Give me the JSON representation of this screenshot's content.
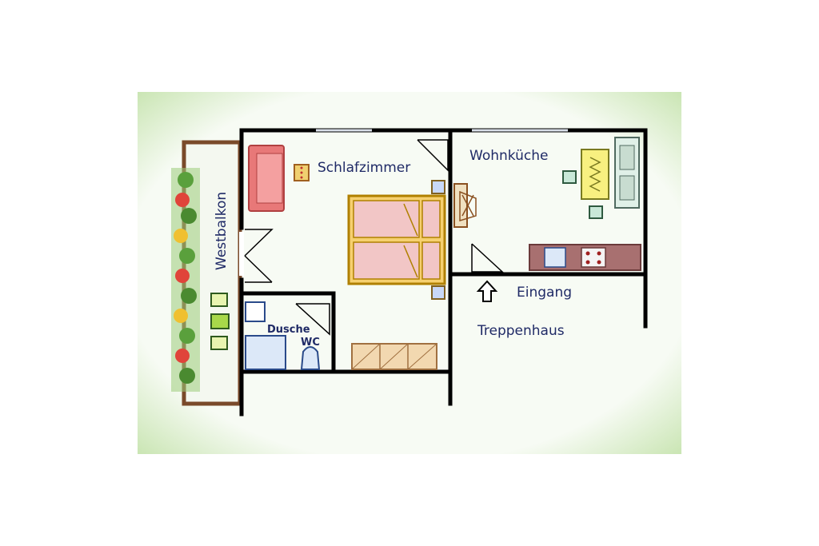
{
  "rooms": {
    "schlafzimmer": "Schlafzimmer",
    "wohnkueche": "Wohnküche",
    "westbalkon": "Westbalkon",
    "dusche": "Dusche",
    "wc": "WC",
    "eingang": "Eingang",
    "treppenhaus": "Treppenhaus"
  },
  "colors": {
    "background_glow": "#cfe6b8",
    "panel": "#f7fbf4",
    "wall": "#000000",
    "balcony_rail": "#7a4a2a",
    "bed_frame": "#c8a000",
    "bed_sheet": "#f2c6c6",
    "sofa": "#e87878",
    "label": "#1f2a66",
    "kitchen_counter": "#a87070"
  }
}
